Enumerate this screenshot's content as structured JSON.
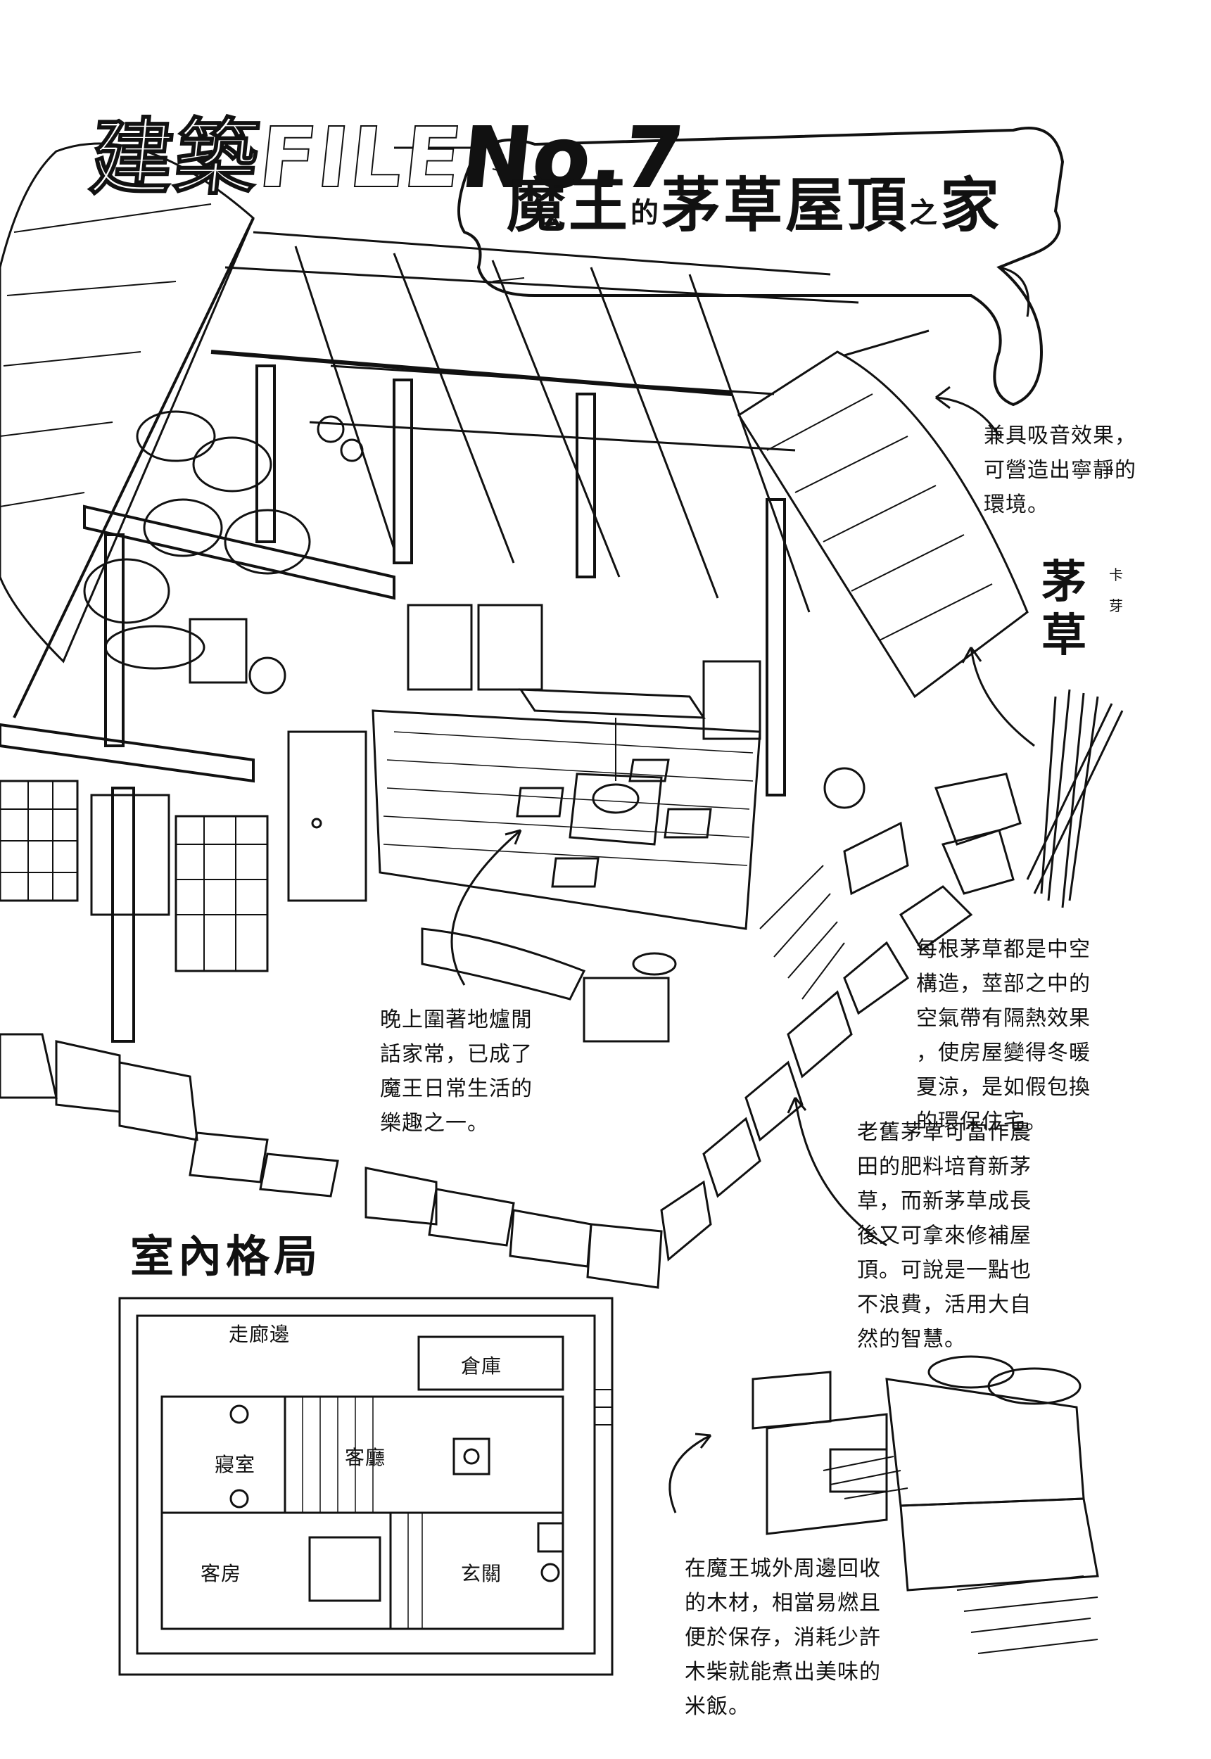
{
  "header": {
    "file_label": "建築FILE",
    "file_number": "No.7",
    "title_part1": "魔王",
    "title_particle1": "的",
    "title_part2": "茅草屋頂",
    "title_particle2": "之",
    "title_part3": "家"
  },
  "material": {
    "name": "茅草",
    "ruby": "卡芽"
  },
  "annotations": {
    "roof_note": "兼具吸音效果，\n可營造出寧靜的\n環境。",
    "straw_note": "每根茅草都是中空\n構造，莖部之中的\n空氣帶有隔熱效果\n，使房屋變得冬暖\n夏涼，是如假包換\n的環保住宅。",
    "hearth_note": "晚上圍著地爐閒\n話家常，已成了\n魔王日常生活的\n樂趣之一。",
    "reuse_note": "老舊茅草可當作農\n田的肥料培育新茅\n草，而新茅草成長\n後又可拿來修補屋\n頂。可說是一點也\n不浪費，活用大自\n然的智慧。",
    "stove_note": "在魔王城外周邊回收\n的木材，相當易燃且\n便於保存，消耗少許\n木柴就能煮出美味的\n米飯。"
  },
  "floor_plan": {
    "title": "室內格局",
    "rooms": {
      "corridor": "走廊邊",
      "storage": "倉庫",
      "bedroom": "寢室",
      "living": "客廳",
      "guest": "客房",
      "entrance": "玄關"
    }
  }
}
